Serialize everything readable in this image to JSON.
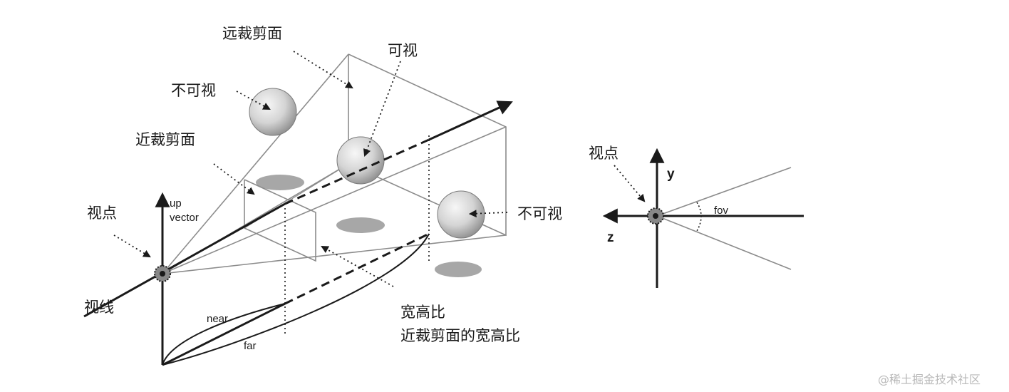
{
  "labels": {
    "far_plane": "远裁剪面",
    "visible": "可视",
    "invisible_top": "不可视",
    "near_plane": "近裁剪面",
    "up_vector_line1": "up",
    "up_vector_line2": "vector",
    "viewpoint_left": "视点",
    "invisible_right": "不可视",
    "line_of_sight": "视线",
    "near": "near",
    "far": "far",
    "aspect_ratio": "宽高比",
    "near_plane_aspect_ratio": "近裁剪面的宽高比",
    "viewpoint_right": "视点",
    "axis_y": "y",
    "axis_z": "z",
    "fov": "fov"
  },
  "watermark": "@稀土掘金技术社区",
  "colors": {
    "ink": "#1a1a1a",
    "frustum_line": "#8c8c8c",
    "sphere_light": "#f4f4f4",
    "sphere_dark": "#9a9a9a",
    "shadow": "#8a8a8a",
    "watermark": "#b9b9b9"
  }
}
